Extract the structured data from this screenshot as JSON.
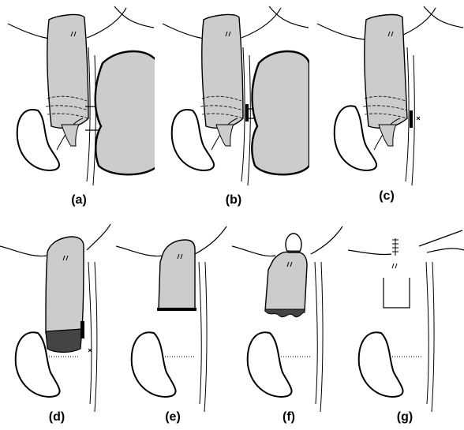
{
  "panels": [
    {
      "id": "a",
      "label": "(a)"
    },
    {
      "id": "b",
      "label": "(b)"
    },
    {
      "id": "c",
      "label": "(c)"
    },
    {
      "id": "d",
      "label": "(d)"
    },
    {
      "id": "e",
      "label": "(e)"
    },
    {
      "id": "f",
      "label": "(f)"
    },
    {
      "id": "g",
      "label": "(g)"
    }
  ],
  "colors": {
    "tissue_fill": "#cccccc",
    "dark_fill": "#444444",
    "stroke": "#000000",
    "background": "#ffffff"
  }
}
